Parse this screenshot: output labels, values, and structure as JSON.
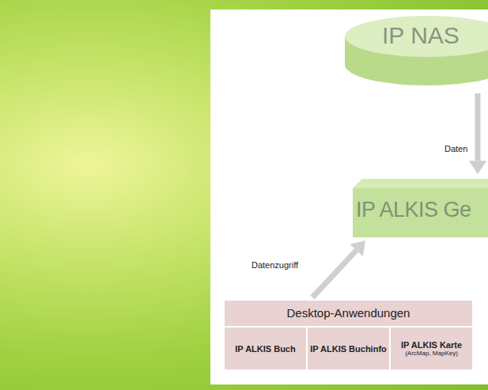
{
  "diagram": {
    "nodes": [
      {
        "text": [
          "IP NAS"
        ]
      },
      {
        "text": [
          "IP ALKIS Ge"
        ]
      },
      {
        "text": [
          "Desktop-Anwendungen"
        ]
      },
      {
        "text": [
          "IP ALKIS Buch"
        ],
        "in": 2
      },
      {
        "text": [
          "IP ALKIS Buchinfo"
        ],
        "in": 2
      },
      {
        "text": [
          "IP ALKIS Karte",
          "(ArcMap, MapKey)"
        ],
        "in": 2
      }
    ],
    "edges": [
      {
        "from": 0,
        "to": 1,
        "label": "Daten",
        "arrow": "to"
      },
      {
        "from": 2,
        "to": 1,
        "label": "Datenzugriff",
        "arrow": "to"
      }
    ]
  }
}
